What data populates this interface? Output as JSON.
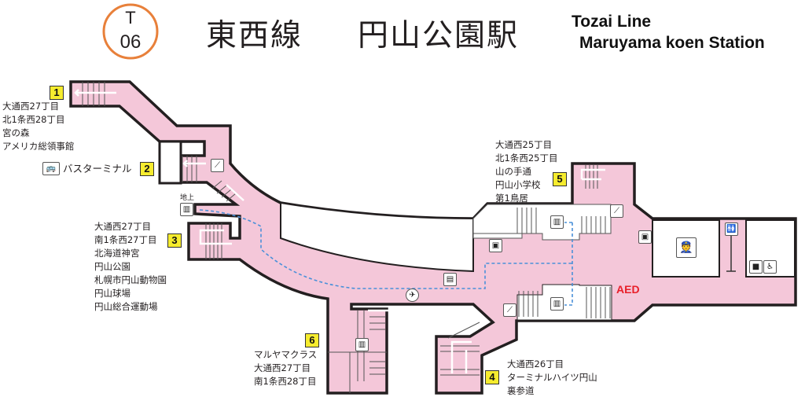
{
  "header": {
    "line_code": "T",
    "station_number": "06",
    "title_jp_line": "東西線",
    "title_jp_station": "円山公園駅",
    "title_en_line": "Tozai Line",
    "title_en_station": "Maruyama koen Station",
    "code_color": "#e8803a"
  },
  "colors": {
    "concourse": "#f4c7d9",
    "badge": "#f6ec2e",
    "route": "#4a90d9",
    "aed": "#e8202a"
  },
  "exits": [
    {
      "number": "1",
      "destinations": [
        "大通西27丁目",
        "北1条西28丁目",
        "宮の森",
        "アメリカ総領事館"
      ]
    },
    {
      "number": "2",
      "destinations": [
        "バスターミナル"
      ]
    },
    {
      "number": "3",
      "destinations": [
        "大通西27丁目",
        "南1条西27丁目",
        "北海道神宮",
        "円山公園",
        "札幌市円山動物園",
        "円山球場",
        "円山総合運動場"
      ]
    },
    {
      "number": "4",
      "destinations": [
        "大通西26丁目",
        "ターミナルハイツ円山",
        "裏参道"
      ]
    },
    {
      "number": "5",
      "destinations": [
        "大通西25丁目",
        "北1条西25丁目",
        "山の手通",
        "円山小学校",
        "第1鳥居"
      ]
    },
    {
      "number": "6",
      "destinations": [
        "マルヤマクラス",
        "大通西27丁目",
        "南1条西28丁目"
      ]
    }
  ],
  "labels": {
    "ground_level": "地上",
    "aed": "AED"
  }
}
